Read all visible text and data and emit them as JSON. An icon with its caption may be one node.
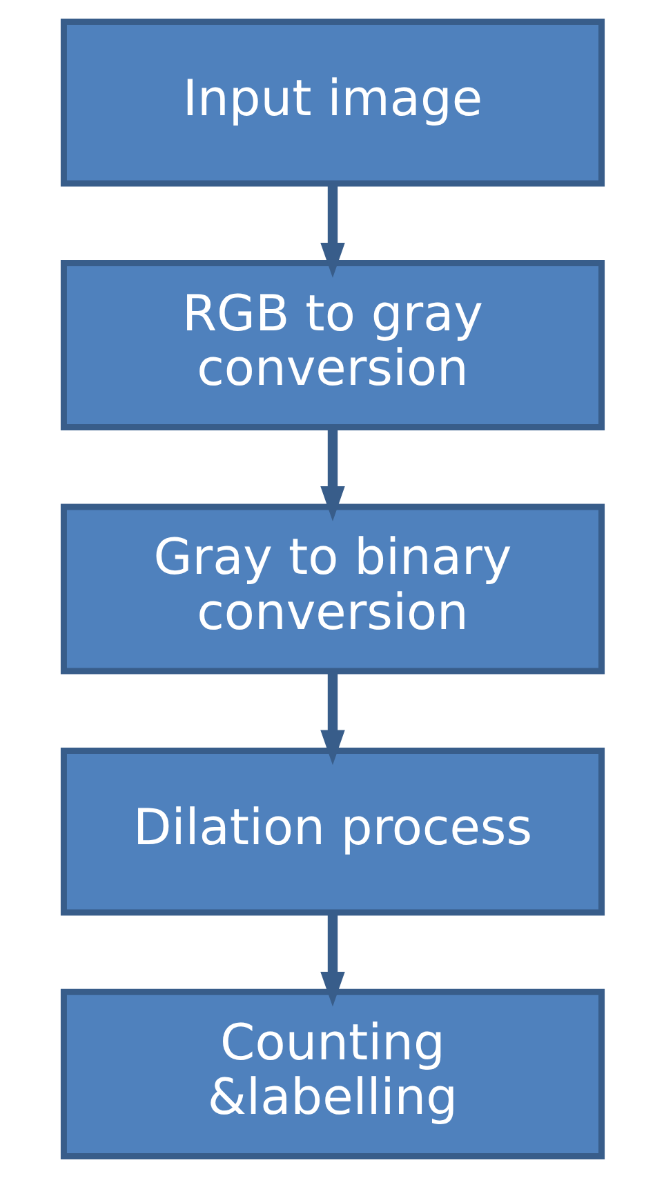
{
  "diagram": {
    "nodes": [
      {
        "text": [
          "Input image"
        ]
      },
      {
        "text": [
          "RGB to gray conversion"
        ]
      },
      {
        "text": [
          "Gray to binary conversion"
        ]
      },
      {
        "text": [
          "Dilation process"
        ]
      },
      {
        "text": [
          "Counting &labelling"
        ]
      }
    ],
    "edges": [
      {
        "from": 0,
        "to": 1,
        "arrow": "to"
      },
      {
        "from": 1,
        "to": 2,
        "arrow": "to"
      },
      {
        "from": 2,
        "to": 3,
        "arrow": "to"
      },
      {
        "from": 3,
        "to": 4,
        "arrow": "to"
      }
    ]
  }
}
